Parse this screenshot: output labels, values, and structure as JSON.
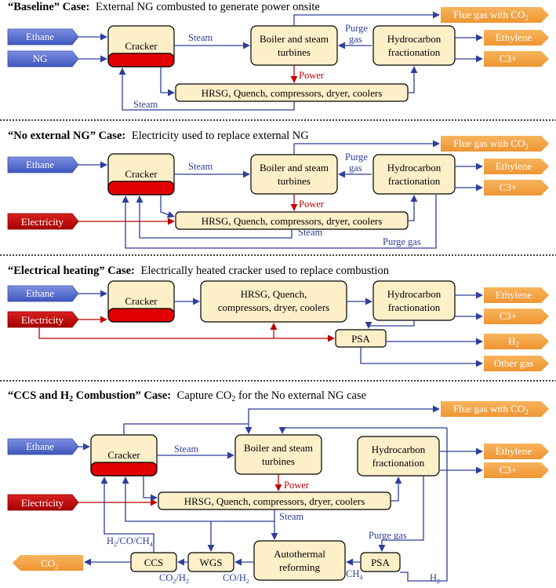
{
  "colors": {
    "flow": "#2e3e9a",
    "power": "#c00000",
    "box_fill": "#fdf0c9",
    "input_blue": "#4d63c9",
    "input_red": "#c00000",
    "output_orange": "#f3a341"
  },
  "sections": {
    "baseline": {
      "title_bold": "“Baseline” Case:",
      "title_rest": "External NG combusted to generate power onsite",
      "inputs": [
        "Ethane",
        "NG"
      ],
      "boxes": {
        "cracker": "Cracker",
        "boiler_1": "Boiler and steam",
        "boiler_2": "turbines",
        "hydro_1": "Hydrocarbon",
        "hydro_2": "fractionation",
        "hrsg": "HRSG, Quench, compressors, dryer, coolers"
      },
      "outputs": {
        "flue": "Flue gas with CO",
        "flue_sub": "2",
        "ethylene": "Ethylene",
        "c3": "C3+"
      },
      "labels": {
        "steam_top": "Steam",
        "purge_1": "Purge",
        "purge_2": "gas",
        "power": "Power",
        "steam_bottom": "Steam"
      }
    },
    "no_ng": {
      "title_bold": "“No external NG” Case:",
      "title_rest": "Electricity used to replace external NG",
      "inputs": [
        "Ethane",
        "Electricity"
      ],
      "boxes": {
        "cracker": "Cracker",
        "boiler_1": "Boiler and steam",
        "boiler_2": "turbines",
        "hydro_1": "Hydrocarbon",
        "hydro_2": "fractionation",
        "hrsg": "HRSG, Quench, compressors, dryer, coolers"
      },
      "outputs": {
        "flue": "Flue gas with CO",
        "flue_sub": "2",
        "ethylene": "Ethylene",
        "c3": "C3+"
      },
      "labels": {
        "steam_top": "Steam",
        "purge_1": "Purge",
        "purge_2": "gas",
        "power": "Power",
        "steam_bottom": "Steam",
        "purge_bottom": "Purge gas"
      }
    },
    "elec": {
      "title_bold": "“Electrical heating” Case:",
      "title_rest": "Electrically heated cracker used to replace combustion",
      "inputs": [
        "Ethane",
        "Electricity"
      ],
      "boxes": {
        "cracker": "Cracker",
        "hrsg_1": "HRSG, Quench,",
        "hrsg_2": "compressors, dryer, coolers",
        "hydro_1": "Hydrocarbon",
        "hydro_2": "fractionation",
        "psa": "PSA"
      },
      "outputs": {
        "ethylene": "Ethylene",
        "c3": "C3+",
        "h2": "H",
        "h2_sub": "2",
        "other": "Other gas"
      }
    },
    "ccs": {
      "title_bold": "“CCS and H",
      "title_bold_sub": "2",
      "title_bold_end": " Combustion” Case:",
      "title_rest": "Capture CO",
      "title_rest_sub": "2",
      "title_rest_end": " for the No external NG case",
      "inputs": [
        "Ethane",
        "Electricity"
      ],
      "boxes": {
        "cracker": "Cracker",
        "boiler_1": "Boiler and steam",
        "boiler_2": "turbines",
        "hydro_1": "Hydrocarbon",
        "hydro_2": "fractionation",
        "hrsg": "HRSG, Quench, compressors, dryer, coolers",
        "ccs": "CCS",
        "wgs": "WGS",
        "atr_1": "Autothermal",
        "atr_2": "reforming",
        "psa": "PSA"
      },
      "outputs": {
        "flue": "Flue gas with CO",
        "flue_sub": "2",
        "ethylene": "Ethylene",
        "c3": "C3+",
        "co2": "CO",
        "co2_sub": "2"
      },
      "labels": {
        "steam_top": "Steam",
        "power": "Power",
        "steam_bottom": "Steam",
        "purge": "Purge gas",
        "h2co": "H",
        "h2co_sub": "2",
        "h2co_mid": "/CO/CH",
        "h2co_sub2": "4",
        "co2h2": "CO",
        "co2h2_sub": "2",
        "co2h2_end": "/H",
        "co2h2_sub2": "2",
        "coh2": "CO/H",
        "coh2_sub": "2",
        "ch4": "CH",
        "ch4_sub": "4",
        "h2": "H",
        "h2_sub": "2"
      }
    }
  }
}
